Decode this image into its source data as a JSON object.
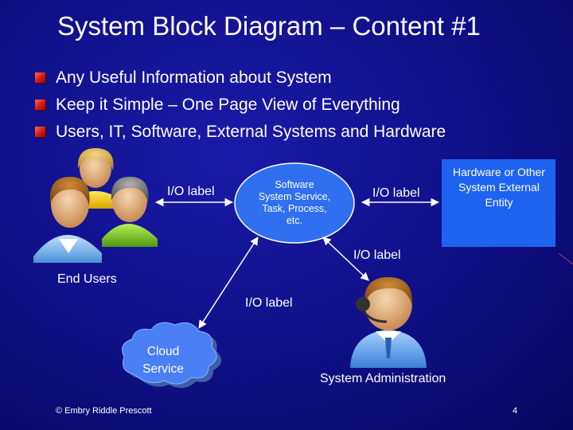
{
  "slide": {
    "title": "System Block Diagram – Content #1",
    "bullets": [
      "Any Useful Information about System",
      "Keep it Simple – One Page View of Everything",
      "Users, IT, Software, External Systems and Hardware"
    ]
  },
  "diagram": {
    "users_label": "End Users",
    "io_label_users": "I/O label",
    "io_label_hardware": "I/O label",
    "io_label_admin": "I/O label",
    "io_label_cloud": "I/O label",
    "software_lines": [
      "Software",
      "System Service,",
      "Task, Process,",
      "etc."
    ],
    "hardware_lines": [
      "Hardware or Other",
      "System External",
      "Entity"
    ],
    "cloud_lines": [
      "Cloud",
      "Service"
    ],
    "admin_label": "System Administration"
  },
  "footer": {
    "copyright": "© Embry Riddle Prescott",
    "page_number": "4"
  },
  "colors": {
    "background": "#0f0f86",
    "bullet": "#d11a10",
    "software_ellipse": "#2f6ff0",
    "hardware_box": "#1e63f0",
    "cloud": "#4a7ff5"
  }
}
